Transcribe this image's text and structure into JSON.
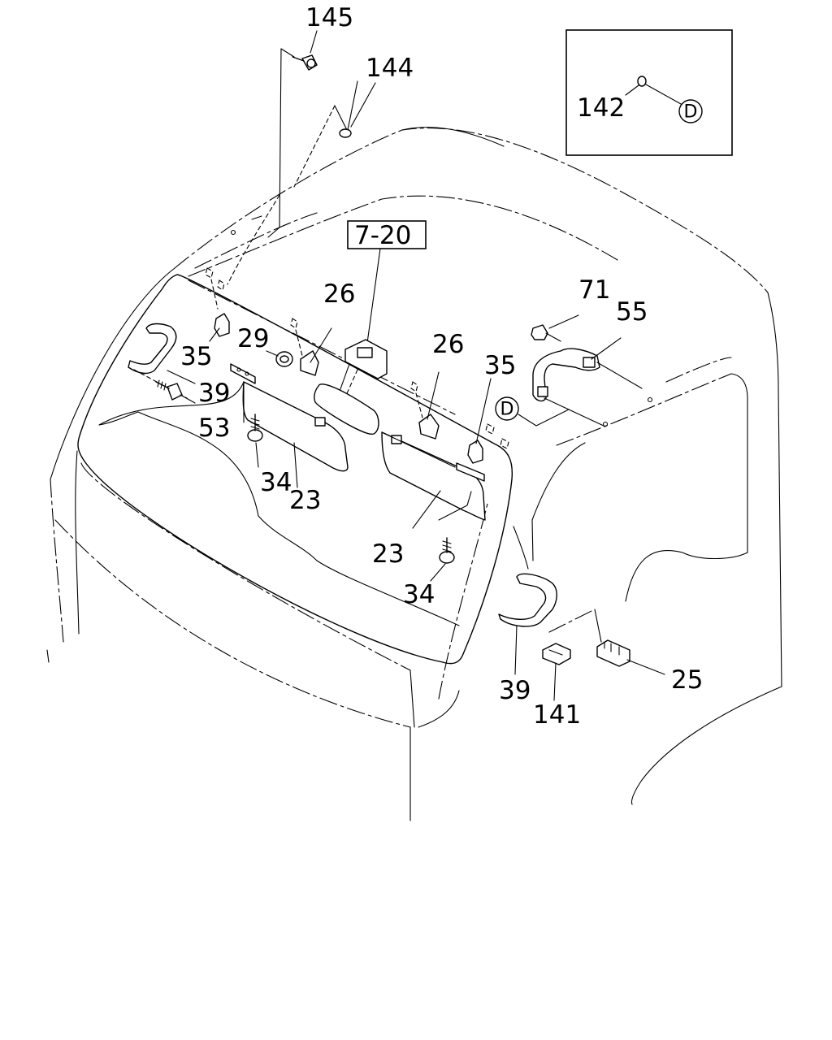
{
  "callouts": {
    "c145": "145",
    "c144": "144",
    "c142": "142",
    "ref_d_inset": "D",
    "ref_d_main": "D",
    "c7_20": "7-20",
    "c26_left": "26",
    "c26_right": "26",
    "c29": "29",
    "c35_left": "35",
    "c35_right": "35",
    "c39_left": "39",
    "c39_right": "39",
    "c53": "53",
    "c34_left": "34",
    "c34_right": "34",
    "c23_left": "23",
    "c23_right": "23",
    "c71": "71",
    "c55": "55",
    "c25": "25",
    "c141": "141"
  }
}
